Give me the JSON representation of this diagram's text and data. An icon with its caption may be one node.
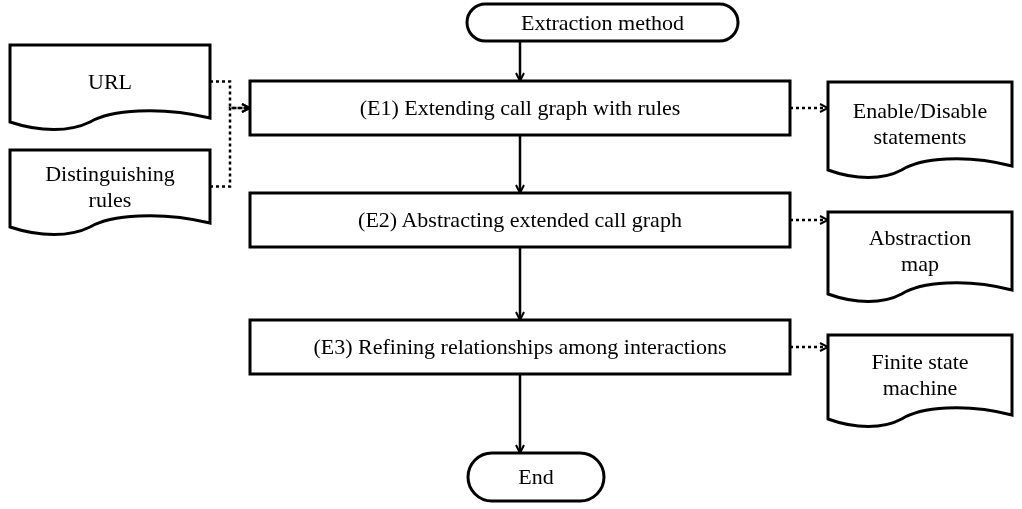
{
  "diagram": {
    "nodes": [
      {
        "text": [
          "Extraction method"
        ]
      },
      {
        "text": [
          "URL"
        ]
      },
      {
        "text": [
          "Distinguishing rules"
        ]
      },
      {
        "text": [
          "(E1) Extending call graph with rules"
        ]
      },
      {
        "text": [
          "Enable/Disable statements"
        ]
      },
      {
        "text": [
          "(E2) Abstracting extended call graph"
        ]
      },
      {
        "text": [
          "Abstraction map"
        ]
      },
      {
        "text": [
          "(E3) Refining relationships among interactions"
        ]
      },
      {
        "text": [
          "Finite state machine"
        ]
      },
      {
        "text": [
          "End"
        ]
      }
    ],
    "edges": [
      {
        "from": 0,
        "to": 3,
        "arrow": "to"
      },
      {
        "from": 1,
        "to": 3,
        "arrow": "to",
        "style": "dashed"
      },
      {
        "from": 2,
        "to": 3,
        "arrow": "to",
        "style": "dashed"
      },
      {
        "from": 3,
        "to": 4,
        "arrow": "to",
        "style": "dashed"
      },
      {
        "from": 3,
        "to": 5,
        "arrow": "to"
      },
      {
        "from": 5,
        "to": 6,
        "arrow": "to",
        "style": "dashed"
      },
      {
        "from": 5,
        "to": 7,
        "arrow": "to"
      },
      {
        "from": 7,
        "to": 8,
        "arrow": "to",
        "style": "dashed"
      },
      {
        "from": 7,
        "to": 9,
        "arrow": "to"
      }
    ]
  }
}
